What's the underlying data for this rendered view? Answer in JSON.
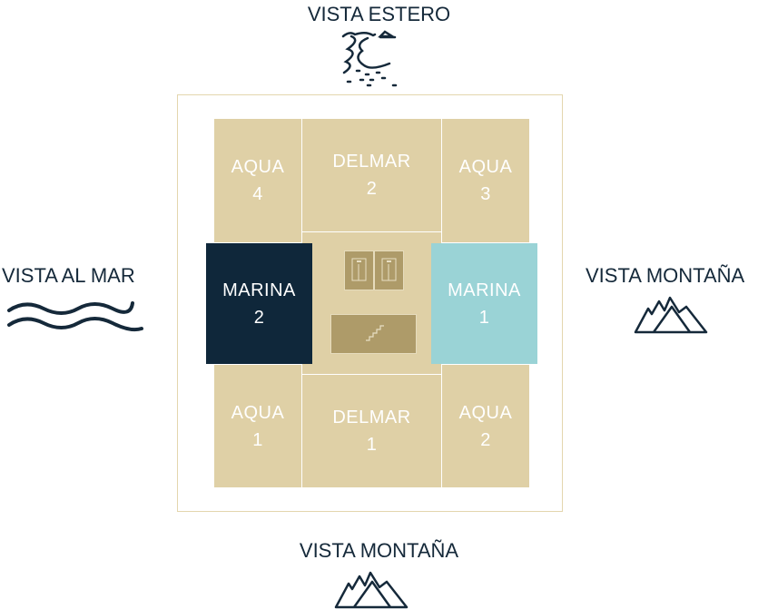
{
  "views": {
    "top": "VISTA ESTERO",
    "left": "VISTA AL MAR",
    "right": "VISTA MONTAÑA",
    "bottom": "VISTA MONTAÑA"
  },
  "units": [
    {
      "name": "AQUA",
      "num": "4"
    },
    {
      "name": "DELMAR",
      "num": "2"
    },
    {
      "name": "AQUA",
      "num": "3"
    },
    {
      "name": "MARINA",
      "num": "2"
    },
    {
      "name": "MARINA",
      "num": "1"
    },
    {
      "name": "AQUA",
      "num": "1"
    },
    {
      "name": "DELMAR",
      "num": "1"
    },
    {
      "name": "AQUA",
      "num": "2"
    }
  ],
  "colors": {
    "tan": "#dfd0a6",
    "selected_dark": "#0f273a",
    "selected_teal": "#9ad3d6",
    "core": "#ae9b69"
  }
}
